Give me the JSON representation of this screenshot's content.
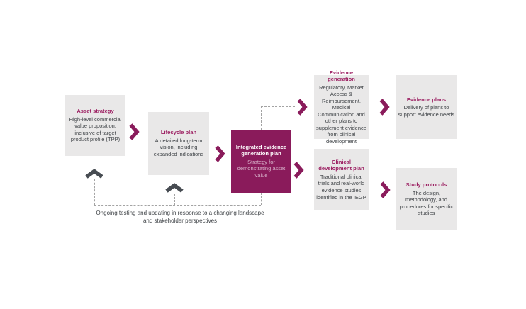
{
  "colors": {
    "accent_maroon": "#8a1b5b",
    "title_maroon": "#9b1d60",
    "box_gray": "#e9e8e8",
    "body_text_gray": "#3f4347",
    "dark_chevron_gray": "#474c52",
    "iegp_subtitle_mauve": "#d9b3cc",
    "dashed_line_gray": "#a3a3a3"
  },
  "diagram": {
    "boxes": [
      {
        "id": "asset-strategy",
        "title": "Asset strategy",
        "body": "High-level commercial value proposition, inclusive of target product profile (TPP)"
      },
      {
        "id": "lifecycle-plan",
        "title": "Lifecycle plan",
        "body": "A detailed long-term vision, including expanded indications"
      },
      {
        "id": "integrated-evidence-generation-plan",
        "title": "Integrated evidence generation plan",
        "body": "Strategy for demonstrating asset value"
      },
      {
        "id": "evidence-generation",
        "title": "Evidence generation",
        "body": "Regulatory, Market Access & Reimbursement, Medical Communication and other plans to supplement evidence from clinical development"
      },
      {
        "id": "evidence-plans",
        "title": "Evidence plans",
        "body": "Delivery of plans to support evidence needs"
      },
      {
        "id": "clinical-development-plan",
        "title": "Clinical development plan",
        "body": "Traditional clinical trials and real-world evidence studies identified in the IEGP"
      },
      {
        "id": "study-protocols",
        "title": "Study protocols",
        "body": "The design, methodology, and procedures for specific studies"
      }
    ],
    "feedback_note": "Ongoing testing and updating in response to a changing landscape and stakeholder perspectives"
  }
}
